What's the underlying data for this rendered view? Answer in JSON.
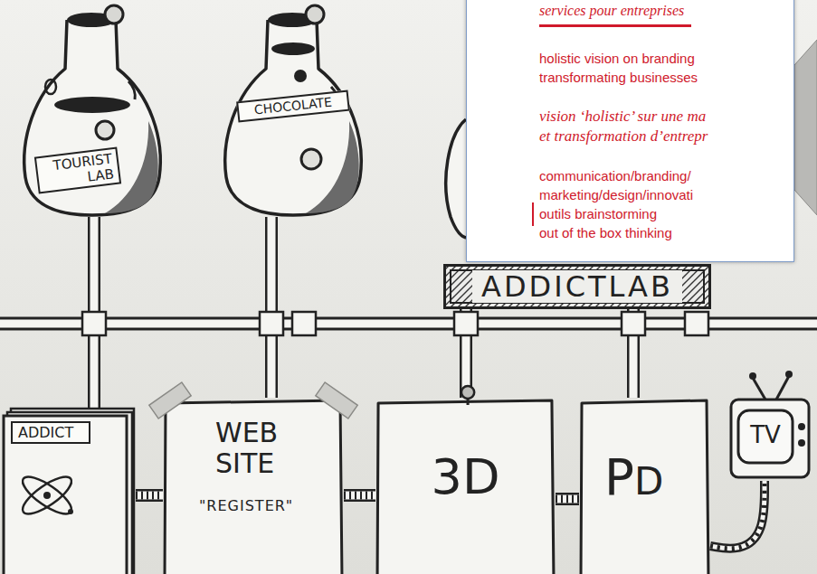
{
  "diagram": {
    "nodes": [
      {
        "text": [
          "TOURIST LAB"
        ]
      },
      {
        "text": [
          "CHOCOLATE"
        ]
      },
      {
        "text": [
          "services pour entreprises",
          "holistic vision on branding",
          "transformating businesses",
          "vision ‘holistic’ sur une ma",
          "et transformation d’entrepr",
          "communication/branding/ marketing/design/innovati",
          "outils brainstorming",
          "out of the box thinking"
        ]
      },
      {
        "text": [
          "ADDICTLAB"
        ]
      },
      {
        "text": [
          "ADDICT"
        ]
      },
      {
        "text": [
          "WEB SITE",
          "\"REGISTER\""
        ]
      },
      {
        "text": [
          "3D"
        ]
      },
      {
        "text": [
          "PD"
        ]
      },
      {
        "text": [
          "TV"
        ]
      }
    ],
    "edges": [
      {
        "from": 0,
        "to": 4,
        "arrow": "none"
      },
      {
        "from": 1,
        "to": 5,
        "arrow": "none"
      },
      {
        "from": 3,
        "to": 6,
        "arrow": "none"
      },
      {
        "from": 3,
        "to": 7,
        "arrow": "none"
      },
      {
        "from": 4,
        "to": 5,
        "arrow": "none"
      },
      {
        "from": 5,
        "to": 6,
        "arrow": "none"
      },
      {
        "from": 6,
        "to": 7,
        "arrow": "none"
      },
      {
        "from": 7,
        "to": 8,
        "arrow": "none"
      }
    ]
  }
}
